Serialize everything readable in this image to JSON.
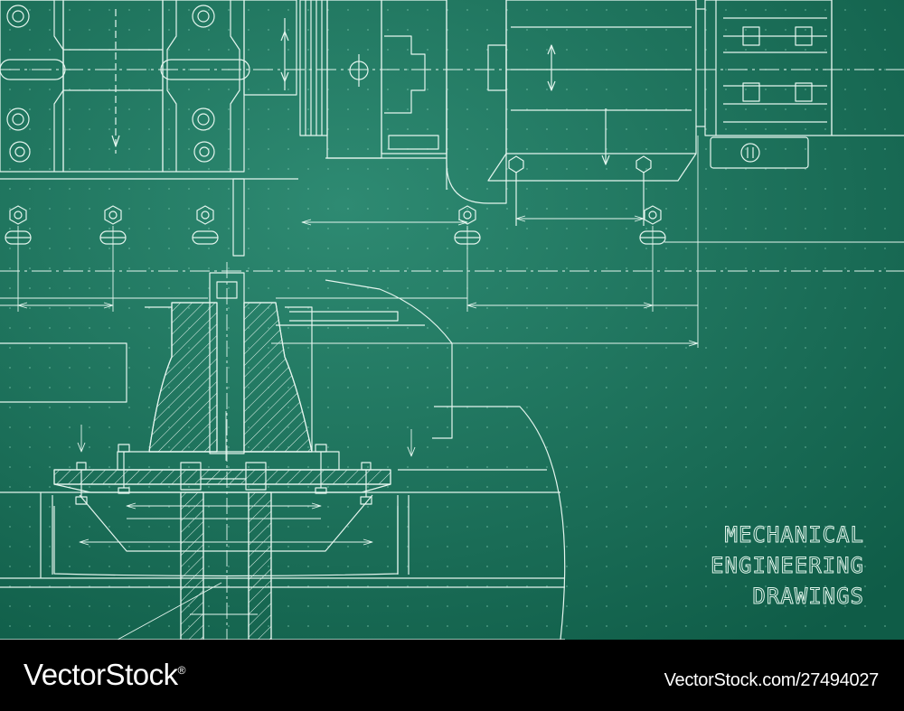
{
  "artwork": {
    "title_lines": [
      "MECHANICAL",
      "ENGINEERING",
      "DRAWINGS"
    ],
    "colors": {
      "background_center": "#2e8a72",
      "background_edge": "#0f5c47",
      "line": "#e4f5ee",
      "dot_grid": "#8cd3bb"
    }
  },
  "footer": {
    "logo_text": "VectorStock",
    "logo_mark": "®",
    "image_id": "VectorStock.com/27494027"
  }
}
